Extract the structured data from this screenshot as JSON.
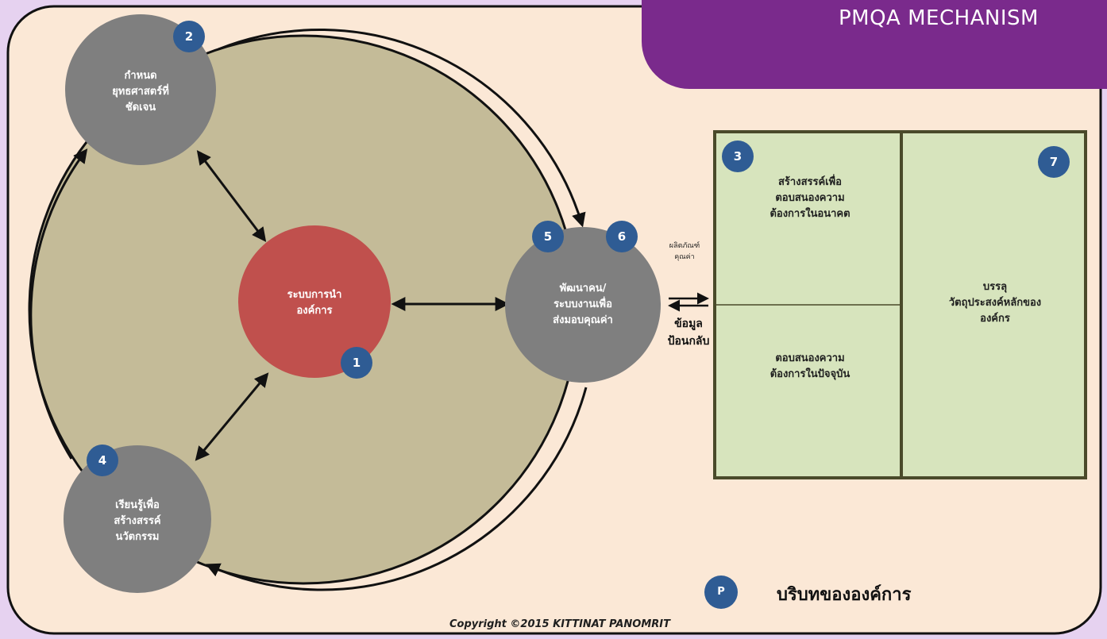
{
  "banner": {
    "title": "PMQA MECHANISM"
  },
  "nodes": {
    "leadership": {
      "lines": [
        "ระบบการนำ",
        "องค์การ"
      ],
      "badge": "1"
    },
    "strategy": {
      "lines": [
        "กำหนด",
        "ยุทธศาสตร์ที่",
        "ชัดเจน"
      ],
      "badge": "2"
    },
    "learning": {
      "lines": [
        "เรียนรู้เพื่อ",
        "สร้างสรรค์",
        "นวัตกรรม"
      ],
      "badge": "4"
    },
    "workforce": {
      "lines": [
        "พัฒนาคน/",
        "ระบบงานเพื่อ",
        "ส่งมอบคุณค่า"
      ],
      "badge5": "5",
      "badge6": "6"
    }
  },
  "results_box": {
    "future": {
      "lines": [
        "สร้างสรรค์เพื่อ",
        "ตอบสนองความ",
        "ต้องการในอนาคต"
      ],
      "badge": "3"
    },
    "present": {
      "lines": [
        "ตอบสนองความ",
        "ต้องการในปัจจุบัน"
      ]
    },
    "goals": {
      "lines": [
        "บรรลุ",
        "วัตถุประสงค์หลักของ",
        "องค์กร"
      ],
      "badge": "7"
    }
  },
  "flow": {
    "output": [
      "ผลิตภัณฑ์",
      "คุณค่า"
    ],
    "feedback": [
      "ข้อมูล",
      "ป้อนกลับ"
    ]
  },
  "legend": {
    "badge": "P",
    "text": "บริบทขององค์การ"
  },
  "copyright": "Copyright ©2015 KITTINAT PANOMRIT",
  "colors": {
    "background": "#e6d2f0",
    "frame": "#fbe8d6",
    "big_circle": "#c4bb98",
    "grey_circle": "#7f7f7f",
    "red_circle": "#c0504d",
    "badge": "#2f5c94",
    "box_fill": "#d7e4bd",
    "box_border": "#4a4a2a",
    "banner": "#7a2a8c"
  }
}
